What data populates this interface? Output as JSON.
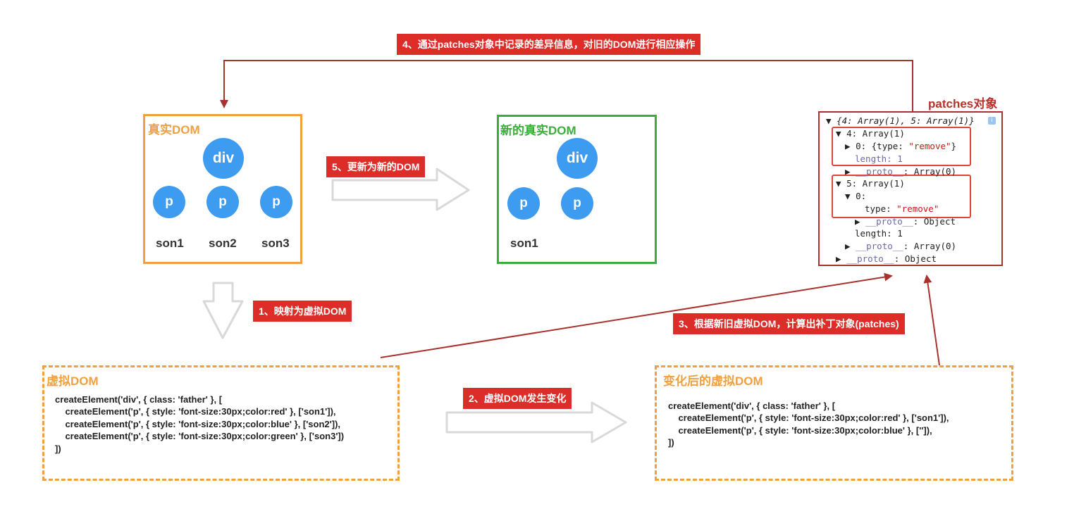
{
  "real_dom": {
    "title": "真实DOM",
    "root": "div",
    "children": [
      "p",
      "p",
      "p"
    ],
    "labels": [
      "son1",
      "son2",
      "son3"
    ]
  },
  "new_real_dom": {
    "title": "新的真实DOM",
    "root": "div",
    "children": [
      "p",
      "p"
    ],
    "labels": [
      "son1"
    ]
  },
  "patches": {
    "title": "patches对象",
    "lines": [
      "{4: Array(1), 5: Array(1)}",
      "4: Array(1)",
      "0: {type: \"remove\"}",
      "length: 1",
      "__proto__: Array(0)",
      "5: Array(1)",
      "0:",
      "type: \"remove\"",
      "__proto__: Object",
      "length: 1",
      "__proto__: Array(0)",
      "__proto__: Object"
    ]
  },
  "virtual_dom": {
    "title": "虚拟DOM",
    "code": [
      "createElement('div', { class: 'father' }, [",
      "    createElement('p', { style: 'font-size:30px;color:red' }, ['son1']),",
      "    createElement('p', { style: 'font-size:30px;color:blue' }, ['son2']),",
      "    createElement('p', { style: 'font-size:30px;color:green' }, ['son3'])",
      "])"
    ]
  },
  "changed_virtual_dom": {
    "title": "变化后的虚拟DOM",
    "code": [
      "createElement('div', { class: 'father' }, [",
      "    createElement('p', { style: 'font-size:30px;color:red' }, ['son1']),",
      "    createElement('p', { style: 'font-size:30px;color:blue' }, ['']),",
      "])"
    ]
  },
  "steps": {
    "s1": "1、映射为虚拟DOM",
    "s2": "2、虚拟DOM发生变化",
    "s3": "3、根据新旧虚拟DOM，计算出补丁对象(patches)",
    "s4": "4、通过patches对象中记录的差异信息，对旧的DOM进行相应操作",
    "s5": "5、更新为新的DOM"
  },
  "colors": {
    "orange": "#f0a040",
    "green": "#3cac3c",
    "blue_node": "#3d9bf0",
    "badge_red": "#dc2d28",
    "arrow_red": "#a8322e",
    "hollow_arrow": "#d9d9d9"
  }
}
